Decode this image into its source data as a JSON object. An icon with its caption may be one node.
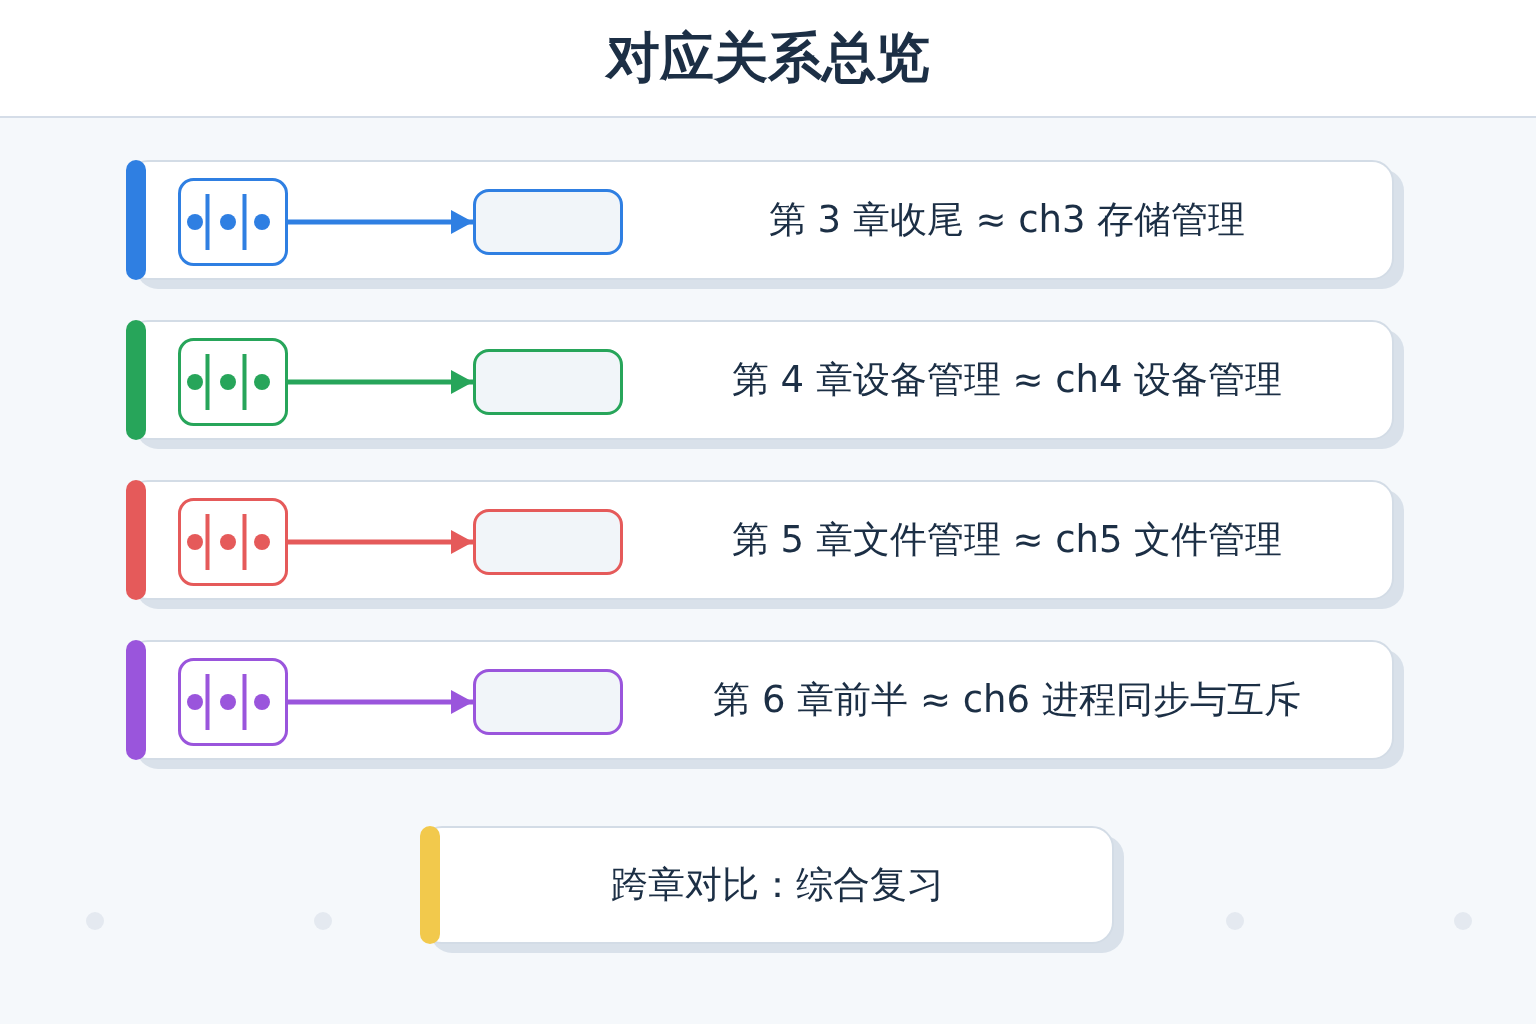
{
  "diagram": {
    "title": "对应关系总览",
    "nodes": [
      {
        "text": [
          "第 3 章收尾 ≈ ch3 存储管理"
        ]
      },
      {
        "text": [],
        "shape": "picture",
        "in": 0
      },
      {
        "text": [],
        "shape": "box",
        "in": 0
      },
      {
        "text": [
          "第 4 章设备管理 ≈ ch4 设备管理"
        ]
      },
      {
        "text": [],
        "shape": "picture",
        "in": 3
      },
      {
        "text": [],
        "shape": "box",
        "in": 3
      },
      {
        "text": [
          "第 5 章文件管理 ≈ ch5 文件管理"
        ]
      },
      {
        "text": [],
        "shape": "picture",
        "in": 6
      },
      {
        "text": [],
        "shape": "box",
        "in": 6
      },
      {
        "text": [
          "第 6 章前半 ≈ ch6 进程同步与互斥"
        ]
      },
      {
        "text": [],
        "shape": "picture",
        "in": 9
      },
      {
        "text": [],
        "shape": "box",
        "in": 9
      },
      {
        "text": [
          "跨章对比：综合复习"
        ]
      }
    ],
    "edges": [
      {
        "from": 1,
        "to": 2,
        "arrow": "to",
        "color": "#2f7fe2"
      },
      {
        "from": 4,
        "to": 5,
        "arrow": "to",
        "color": "#27a55a"
      },
      {
        "from": 7,
        "to": 8,
        "arrow": "to",
        "color": "#e55a5a"
      },
      {
        "from": 10,
        "to": 11,
        "arrow": "to",
        "color": "#9a55dc"
      }
    ]
  }
}
